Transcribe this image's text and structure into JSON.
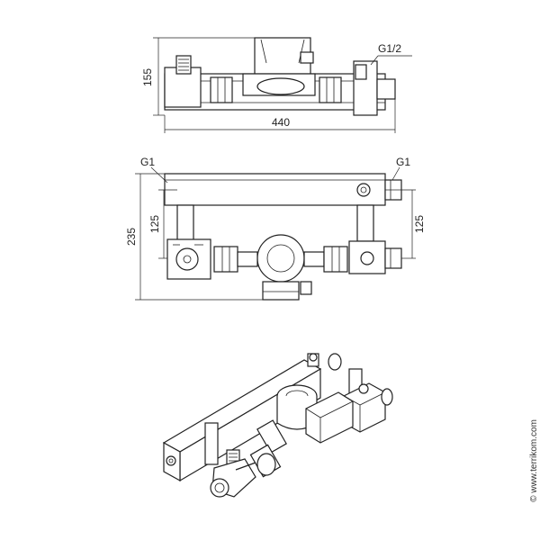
{
  "dimensions": {
    "top_height": "155",
    "top_width": "440",
    "top_thread": "G1/2",
    "front_thread_left": "G1",
    "front_thread_right": "G1",
    "front_overall_height": "235",
    "front_spacing_left": "125",
    "front_spacing_right": "125"
  },
  "watermark": "© www.terrikom.com",
  "colors": {
    "line": "#222222",
    "background": "#ffffff"
  }
}
